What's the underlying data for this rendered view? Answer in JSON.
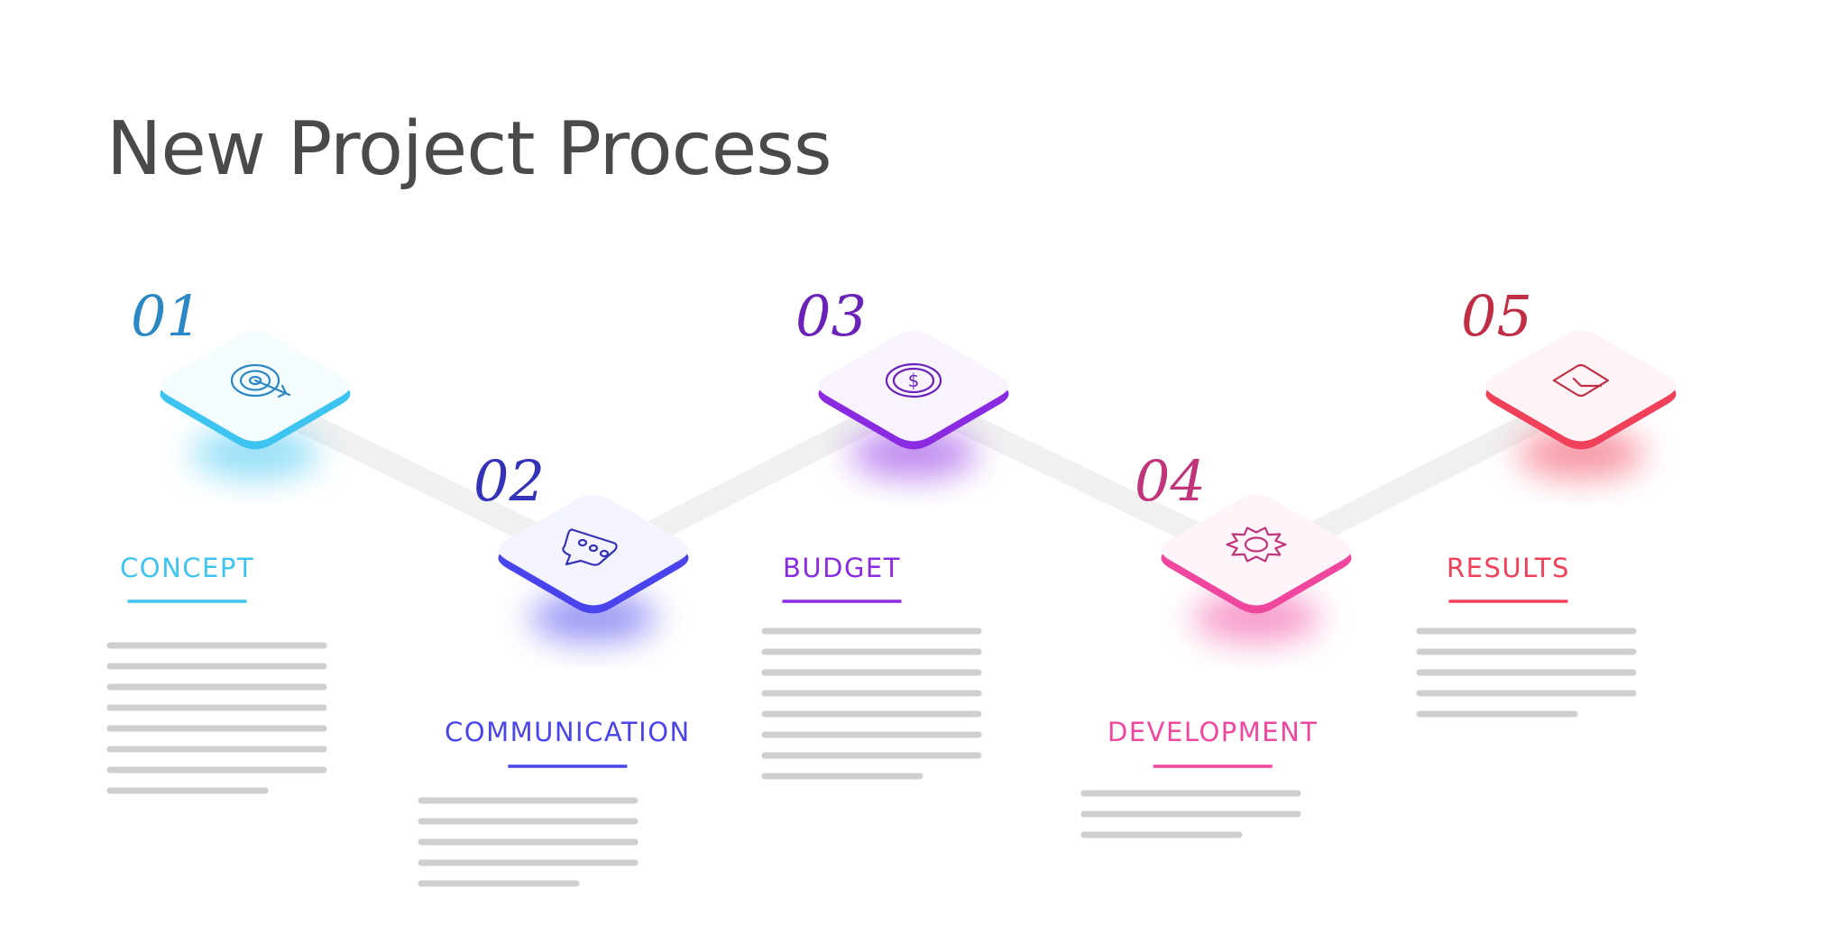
{
  "title": "New Project Process",
  "steps": [
    {
      "number": "01",
      "label": "CONCEPT",
      "icon": "target-icon",
      "color": "#3ec4f0",
      "number_color": "#2c88c4",
      "text_lines": 8
    },
    {
      "number": "02",
      "label": "COMMUNICATION",
      "icon": "chat-icon",
      "color": "#4a44ec",
      "number_color": "#3432b8",
      "text_lines": 5
    },
    {
      "number": "03",
      "label": "BUDGET",
      "icon": "dollar-icon",
      "color": "#8a2be2",
      "number_color": "#6a22b8",
      "text_lines": 8
    },
    {
      "number": "04",
      "label": "DEVELOPMENT",
      "icon": "gear-icon",
      "color": "#f0479e",
      "number_color": "#c0357a",
      "text_lines": 3
    },
    {
      "number": "05",
      "label": "RESULTS",
      "icon": "envelope-icon",
      "color": "#f0405a",
      "number_color": "#c02e45",
      "text_lines": 5
    }
  ]
}
